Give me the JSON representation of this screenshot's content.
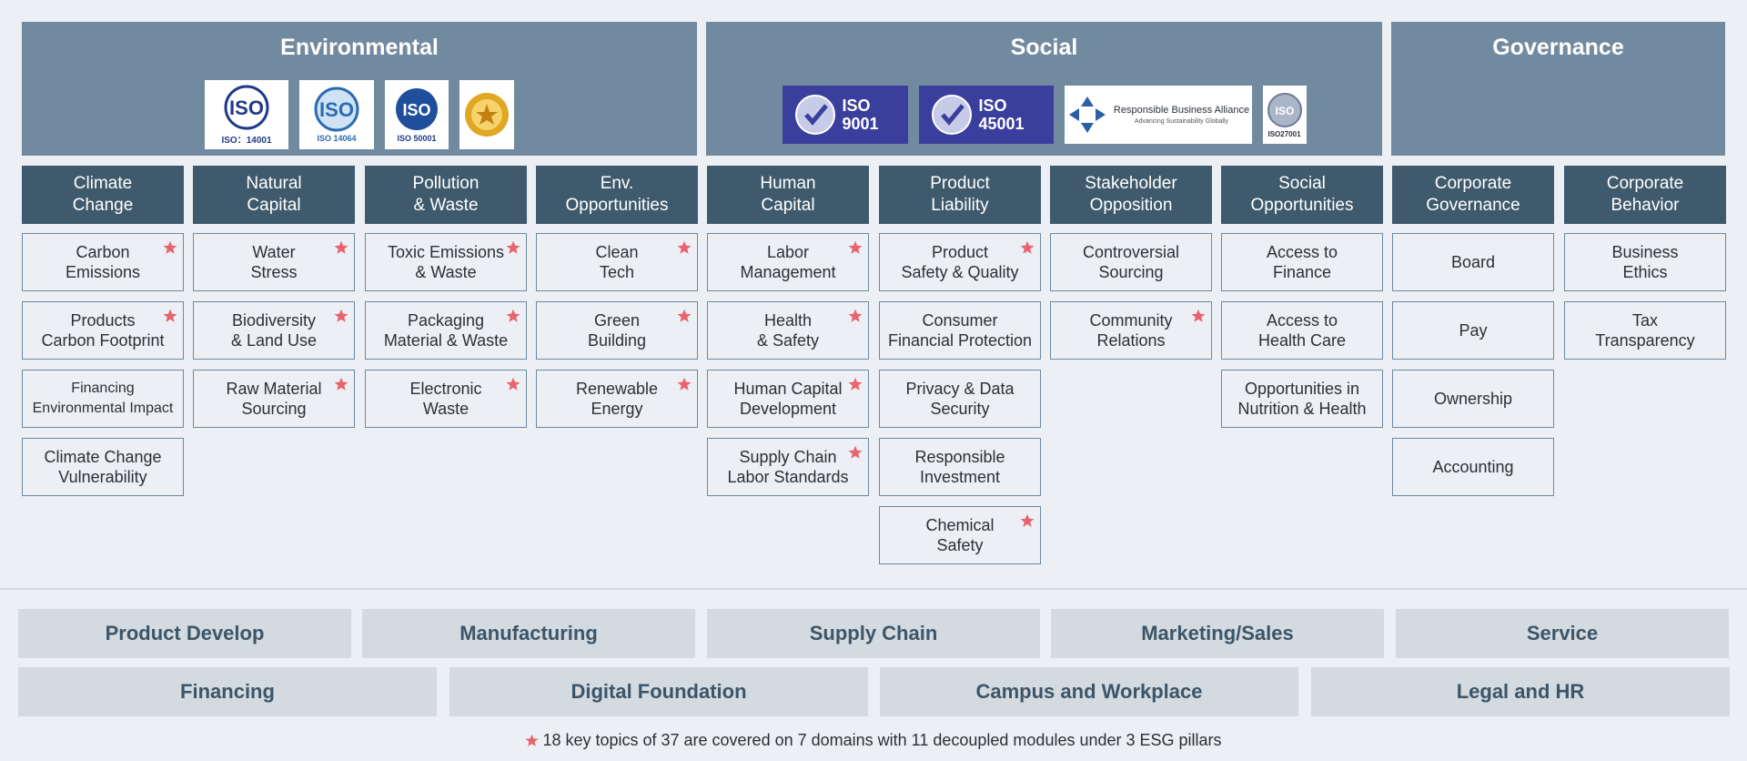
{
  "pillars": [
    {
      "id": "environmental",
      "title": "Environmental",
      "logos": [
        {
          "name": "iso-14001-logo",
          "label": "ISO：14001"
        },
        {
          "name": "iso-14064-logo",
          "label": "ISO 14064"
        },
        {
          "name": "iso-50001-logo",
          "label": "ISO 50001"
        },
        {
          "name": "gold-seal-logo",
          "label": ""
        }
      ]
    },
    {
      "id": "social",
      "title": "Social",
      "logos": [
        {
          "name": "iso-9001-logo",
          "label": "ISO 9001"
        },
        {
          "name": "iso-45001-logo",
          "label": "ISO 45001"
        },
        {
          "name": "rba-logo",
          "label": "Responsible Business Alliance",
          "sub": "Advancing Sustainability Globally"
        },
        {
          "name": "iso-27001-logo",
          "label": "ISO27001"
        }
      ]
    },
    {
      "id": "governance",
      "title": "Governance",
      "logos": []
    }
  ],
  "categories": [
    {
      "title": "Climate\nChange",
      "topics": [
        {
          "label": "Carbon\nEmissions",
          "key": true
        },
        {
          "label": "Products\nCarbon Footprint",
          "key": true
        },
        {
          "label": "Financing\nEnvironmental Impact",
          "key": false,
          "small": true
        },
        {
          "label": "Climate Change\nVulnerability",
          "key": false
        }
      ]
    },
    {
      "title": "Natural\nCapital",
      "topics": [
        {
          "label": "Water\nStress",
          "key": true
        },
        {
          "label": "Biodiversity\n& Land Use",
          "key": true
        },
        {
          "label": "Raw Material\nSourcing",
          "key": true
        }
      ]
    },
    {
      "title": "Pollution\n& Waste",
      "topics": [
        {
          "label": "Toxic Emissions\n& Waste",
          "key": true
        },
        {
          "label": "Packaging\nMaterial & Waste",
          "key": true
        },
        {
          "label": "Electronic\nWaste",
          "key": true
        }
      ]
    },
    {
      "title": "Env.\nOpportunities",
      "topics": [
        {
          "label": "Clean\nTech",
          "key": true
        },
        {
          "label": "Green\nBuilding",
          "key": true
        },
        {
          "label": "Renewable\nEnergy",
          "key": true
        }
      ]
    },
    {
      "title": "Human\nCapital",
      "topics": [
        {
          "label": "Labor\nManagement",
          "key": true
        },
        {
          "label": "Health\n& Safety",
          "key": true
        },
        {
          "label": "Human Capital\nDevelopment",
          "key": true
        },
        {
          "label": "Supply Chain\nLabor Standards",
          "key": true
        }
      ]
    },
    {
      "title": "Product\nLiability",
      "topics": [
        {
          "label": "Product\nSafety & Quality",
          "key": true
        },
        {
          "label": "Consumer\nFinancial Protection",
          "key": false
        },
        {
          "label": "Privacy & Data\nSecurity",
          "key": false
        },
        {
          "label": "Responsible\nInvestment",
          "key": false
        },
        {
          "label": "Chemical\nSafety",
          "key": true
        }
      ]
    },
    {
      "title": "Stakeholder\nOpposition",
      "topics": [
        {
          "label": "Controversial\nSourcing",
          "key": false
        },
        {
          "label": "Community\nRelations",
          "key": true
        }
      ]
    },
    {
      "title": "Social\nOpportunities",
      "topics": [
        {
          "label": "Access to\nFinance",
          "key": false
        },
        {
          "label": "Access to\nHealth Care",
          "key": false
        },
        {
          "label": "Opportunities in\nNutrition & Health",
          "key": false
        }
      ]
    },
    {
      "title": "Corporate\nGovernance",
      "topics": [
        {
          "label": "Board",
          "key": false
        },
        {
          "label": "Pay",
          "key": false
        },
        {
          "label": "Ownership",
          "key": false
        },
        {
          "label": "Accounting",
          "key": false
        }
      ]
    },
    {
      "title": "Corporate\nBehavior",
      "topics": [
        {
          "label": "Business\nEthics",
          "key": false
        },
        {
          "label": "Tax\nTransparency",
          "key": false
        }
      ]
    }
  ],
  "functions_row1": [
    "Product Develop",
    "Manufacturing",
    "Supply Chain",
    "Marketing/Sales",
    "Service"
  ],
  "functions_row2": [
    "Financing",
    "Digital Foundation",
    "Campus and Workplace",
    "Legal and HR"
  ],
  "footnote": "18 key topics of 37 are covered on 7 domains with 11 decoupled  modules under 3 ESG pillars",
  "colors": {
    "star": "#e8636e",
    "pillar": "#728a9f",
    "category": "#3f5a6c",
    "function_bg": "#d3dae0",
    "function_text": "#3c5568"
  }
}
